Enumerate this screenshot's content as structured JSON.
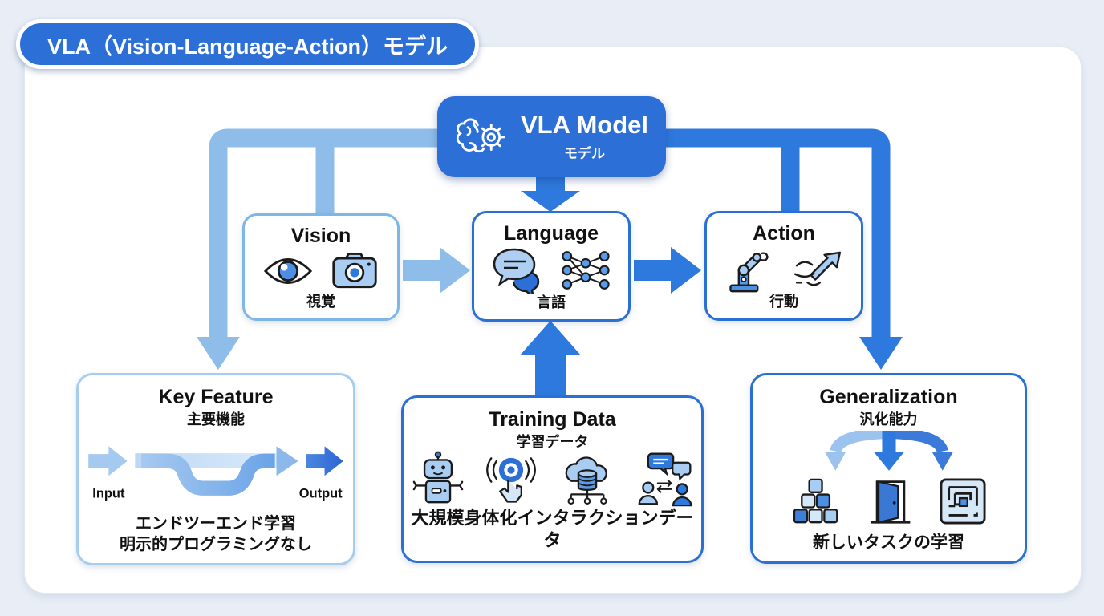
{
  "colors": {
    "primary_blue": "#2b6fd7",
    "arrow_blue": "#2e79dd",
    "light_arrow_blue": "#8fbde9",
    "light_border_blue": "#7fb6e8",
    "lightest_border_blue": "#a6cdf0",
    "strong_border_blue": "#2a6fd3",
    "page_background": "#e9eef6",
    "card_background": "#ffffff"
  },
  "title_pill": {
    "label": "VLA（Vision-Language-Action）モデル"
  },
  "vla_model": {
    "title": "VLA Model",
    "subtitle": "モデル",
    "icon": "brain-gear-icon"
  },
  "vision": {
    "title": "Vision",
    "subtitle": "視覚",
    "icons": [
      "eye-icon",
      "camera-icon"
    ]
  },
  "language": {
    "title": "Language",
    "subtitle": "言語",
    "icons": [
      "chat-bubbles-icon",
      "neural-network-icon"
    ]
  },
  "action": {
    "title": "Action",
    "subtitle": "行動",
    "icons": [
      "robot-arm-icon",
      "motion-arrow-icon"
    ]
  },
  "key_feature": {
    "title": "Key Feature",
    "subtitle": "主要機能",
    "input_label": "Input",
    "output_label": "Output",
    "caption_line1": "エンドツーエンド学習",
    "caption_line2": "明示的プログラミングなし"
  },
  "training_data": {
    "title": "Training Data",
    "subtitle": "学習データ",
    "icons": [
      "robot-icon",
      "touch-press-icon",
      "cloud-database-icon",
      "people-chat-icon"
    ],
    "caption": "大規模身体化インタラクションデータ"
  },
  "generalization": {
    "title": "Generalization",
    "subtitle": "汎化能力",
    "icons": [
      "blocks-icon",
      "door-icon",
      "maze-icon"
    ],
    "caption": "新しいタスクの学習"
  }
}
